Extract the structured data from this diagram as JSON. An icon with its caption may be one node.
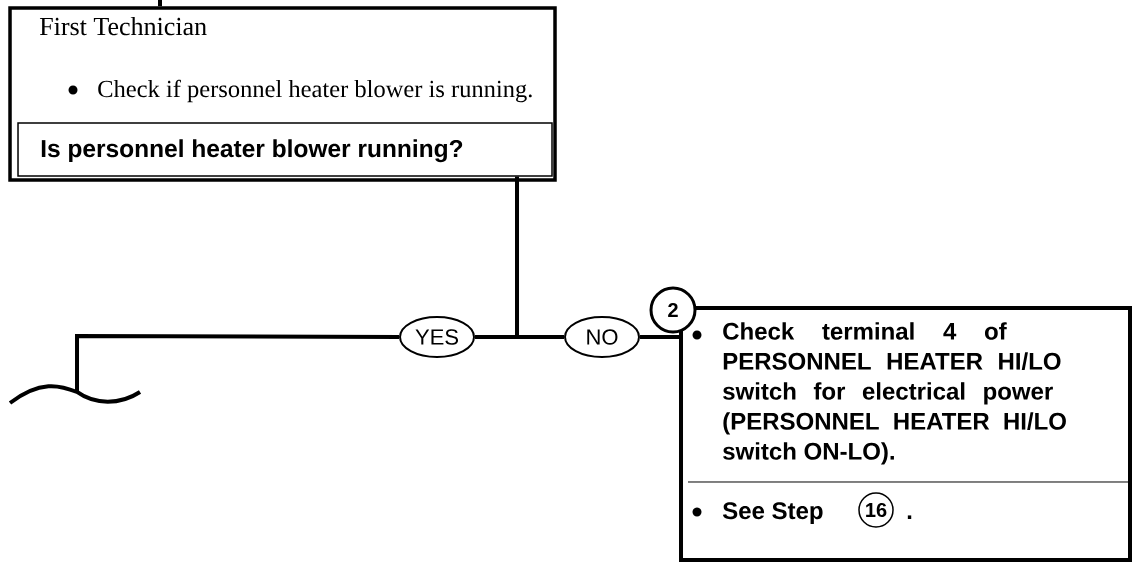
{
  "diagram": {
    "nodes": [
      {
        "text": [
          "First Technician",
          "Check if personnel heater blower is running."
        ]
      },
      {
        "text": [
          "Is personnel heater blower running?"
        ],
        "in": 0
      },
      {
        "text": [
          "YES"
        ]
      },
      {
        "text": [
          "NO"
        ]
      },
      {
        "text": [
          "Check terminal 4 of PERSONNEL HEATER HI/LO switch for electrical power (PERSONNEL HEATER HI/LO switch ON-LO).",
          "See Step",
          "."
        ]
      },
      {
        "text": [
          "2"
        ]
      },
      {
        "text": [
          "16"
        ],
        "in": 4
      }
    ],
    "edges": [
      {
        "from": null,
        "to": 0,
        "arrow": "none"
      },
      {
        "from": 1,
        "to": 2,
        "arrow": "none"
      },
      {
        "from": 1,
        "to": 3,
        "arrow": "none"
      },
      {
        "from": 3,
        "to": 4,
        "arrow": "none"
      },
      {
        "from": 2,
        "to": null,
        "arrow": "none"
      }
    ]
  }
}
